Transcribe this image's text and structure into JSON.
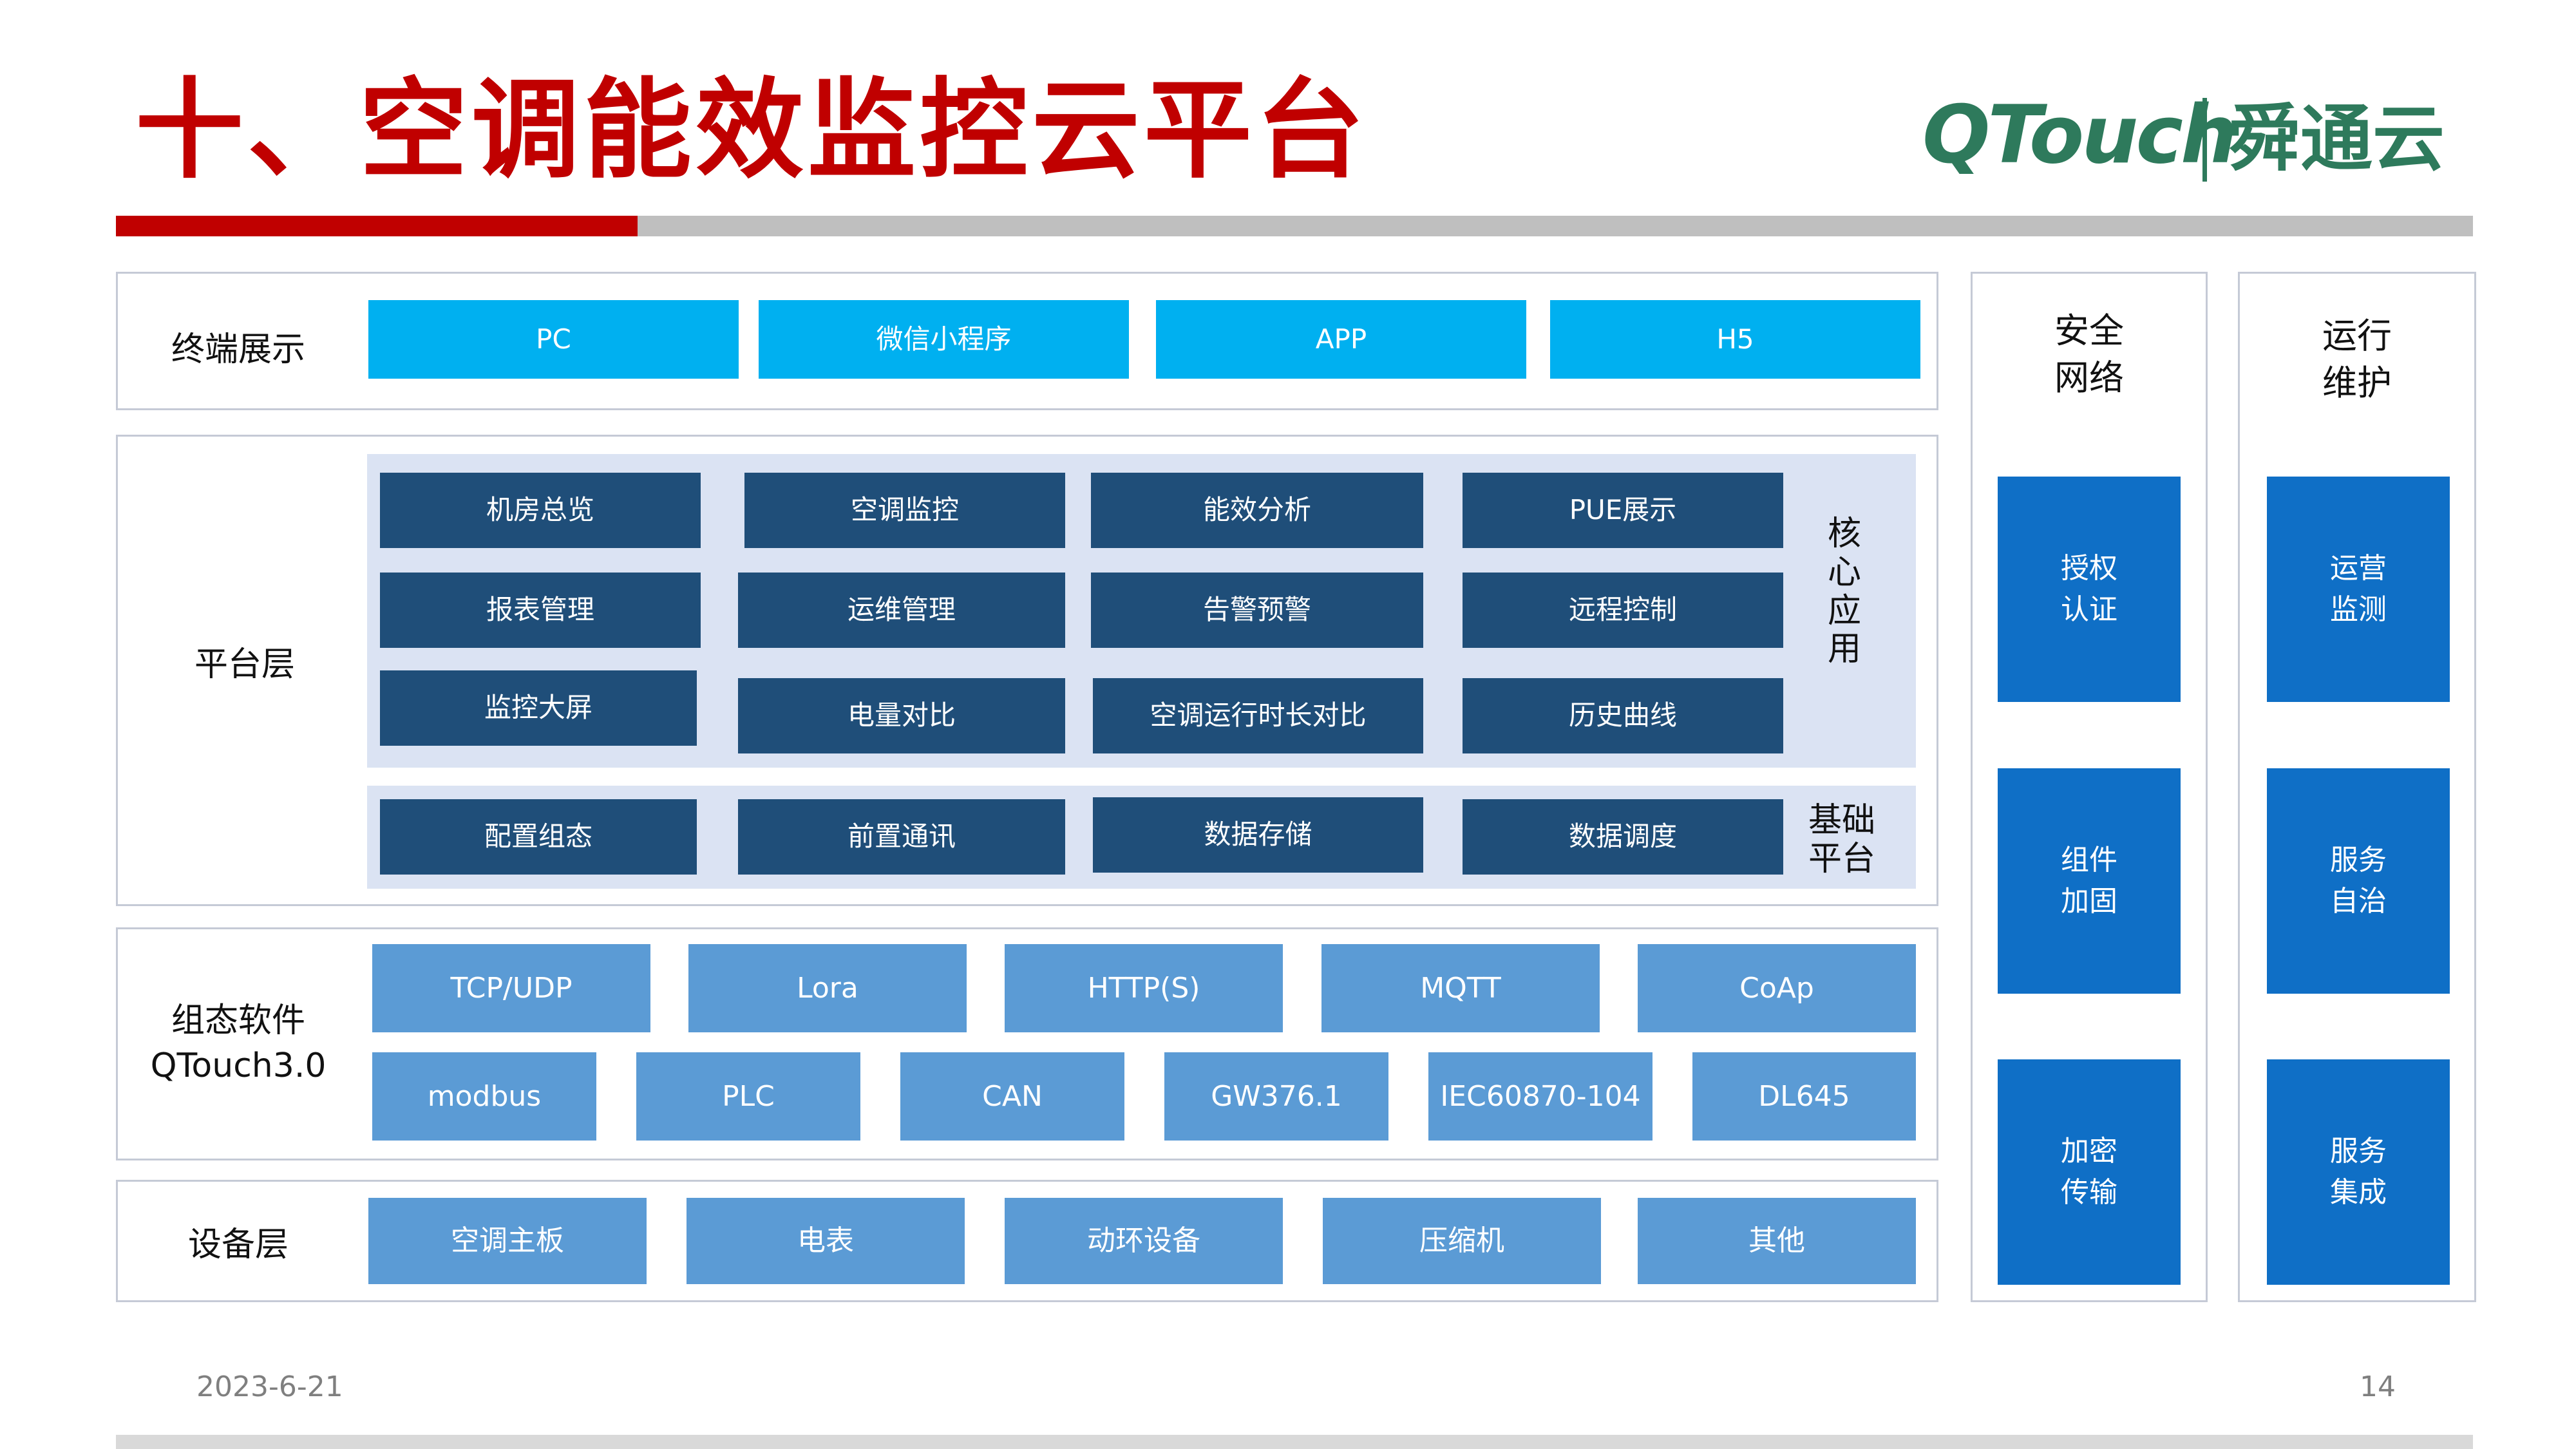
{
  "title": "十、空调能效监控云平台",
  "logo": {
    "brand": "QTouch",
    "cn": "舜通云",
    "color": "#2e7a5c"
  },
  "colors": {
    "title": "#c00000",
    "cyan": "#00b0f0",
    "navy": "#1f4e79",
    "light_blue": "#5b9bd5",
    "mid_blue": "#0f6fc6"
  },
  "terminal": {
    "label": "终端展示",
    "items": [
      "PC",
      "微信小程序",
      "APP",
      "H5"
    ]
  },
  "platform": {
    "label": "平台层",
    "core_label": "核心应用",
    "core": [
      "机房总览",
      "空调监控",
      "能效分析",
      "PUE展示",
      "报表管理",
      "运维管理",
      "告警预警",
      "远程控制",
      "监控大屏",
      "电量对比",
      "空调运行时长对比",
      "历史曲线"
    ],
    "base_label_1": "基础",
    "base_label_2": "平台",
    "base": [
      "配置组态",
      "前置通讯",
      "数据存储",
      "数据调度"
    ]
  },
  "config_software": {
    "label_1": "组态软件",
    "label_2": "QTouch3.0",
    "protocols_row1": [
      "TCP/UDP",
      "Lora",
      "HTTP(S)",
      "MQTT",
      "CoAp"
    ],
    "protocols_row2": [
      "modbus",
      "PLC",
      "CAN",
      "GW376.1",
      "IEC60870-104",
      "DL645"
    ]
  },
  "device": {
    "label": "设备层",
    "items": [
      "空调主板",
      "电表",
      "动环设备",
      "压缩机",
      "其他"
    ]
  },
  "security": {
    "head_1": "安全",
    "head_2": "网络",
    "items": [
      [
        "授权",
        "认证"
      ],
      [
        "组件",
        "加固"
      ],
      [
        "加密",
        "传输"
      ]
    ]
  },
  "ops": {
    "head_1": "运行",
    "head_2": "维护",
    "items": [
      [
        "运营",
        "监测"
      ],
      [
        "服务",
        "自治"
      ],
      [
        "服务",
        "集成"
      ]
    ]
  },
  "footer": {
    "date": "2023-6-21",
    "page": "14"
  }
}
